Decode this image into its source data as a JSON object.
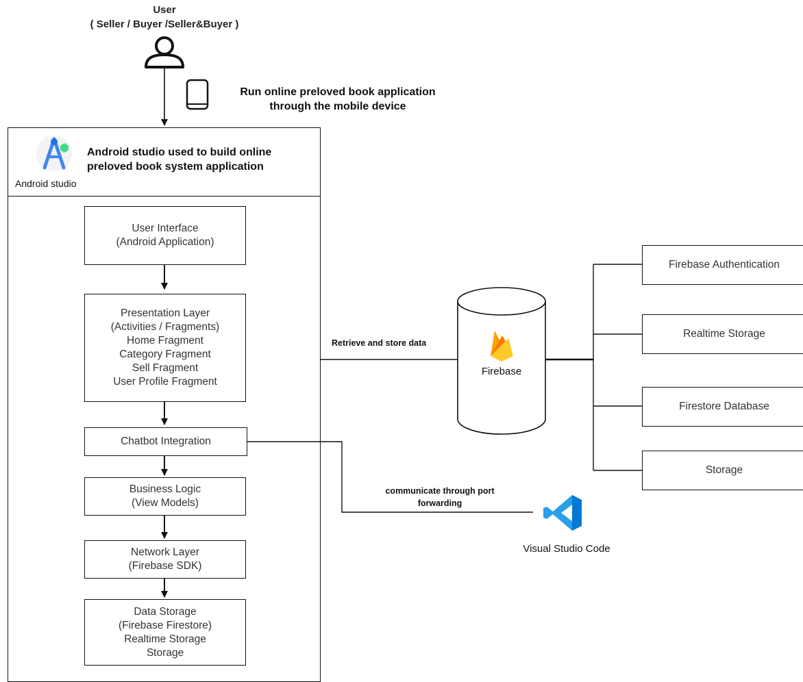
{
  "user": {
    "title": "User",
    "subtitle": "( Seller / Buyer /Seller&Buyer )"
  },
  "device_note": {
    "line1": "Run online preloved book application",
    "line2": "through the mobile device"
  },
  "android_header": {
    "line1": "Android studio used to build online",
    "line2": "preloved book system application",
    "logo_caption": "Android studio"
  },
  "layers": {
    "ui": [
      "User Interface",
      "(Android Application)"
    ],
    "presentation": [
      "Presentation Layer",
      "(Activities / Fragments)",
      "Home Fragment",
      "Category Fragment",
      "Sell Fragment",
      "User Profile Fragment"
    ],
    "chatbot": [
      "Chatbot Integration"
    ],
    "business": [
      "Business Logic",
      "(View Models)"
    ],
    "network": [
      "Network Layer",
      "(Firebase SDK)"
    ],
    "storage": [
      "Data Storage",
      "(Firebase Firestore)",
      "Realtime Storage",
      "Storage"
    ]
  },
  "edges": {
    "retrieve": "Retrieve and store data",
    "port_line1": "communicate through port",
    "port_line2": "forwarding"
  },
  "firebase": {
    "label": "Firebase"
  },
  "vscode": {
    "label": "Visual Studio Code"
  },
  "services": [
    "Firebase Authentication",
    "Realtime Storage",
    "Firestore Database",
    "Storage"
  ],
  "colors": {
    "firebase_yellow": "#FFCA28",
    "firebase_amber": "#FFA000",
    "firebase_orange": "#F57C00",
    "vscode_blue": "#0078D4",
    "vscode_light": "#2B9FE8",
    "android_blue": "#4285F4",
    "android_green": "#3DDC84"
  },
  "icons": [
    "user-icon",
    "mobile-device-icon",
    "android-studio-logo",
    "firebase-logo",
    "vscode-logo"
  ]
}
